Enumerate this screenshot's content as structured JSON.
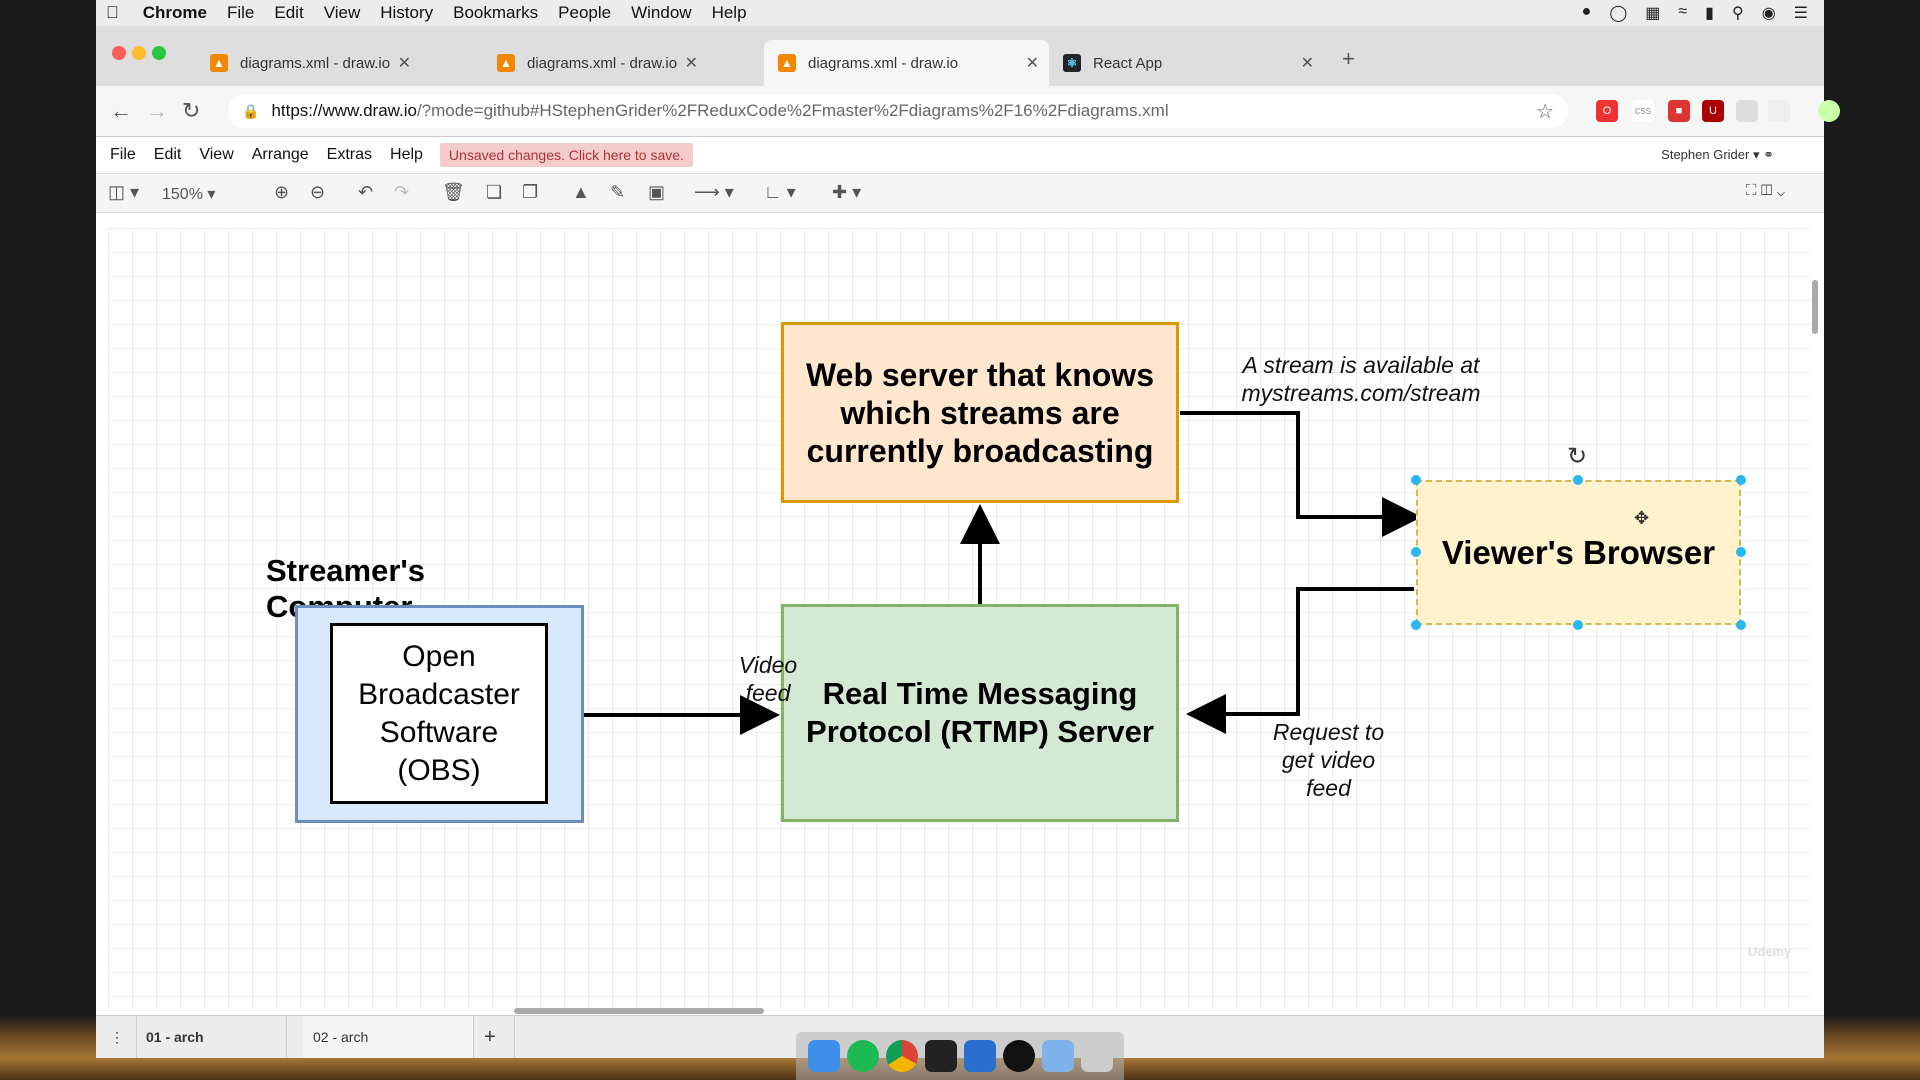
{
  "menubar": {
    "app": "Chrome",
    "items": [
      "File",
      "Edit",
      "View",
      "History",
      "Bookmarks",
      "People",
      "Window",
      "Help"
    ]
  },
  "tabs": [
    {
      "title": "diagrams.xml - draw.io",
      "active": false
    },
    {
      "title": "diagrams.xml - draw.io",
      "active": false
    },
    {
      "title": "diagrams.xml - draw.io",
      "active": true
    },
    {
      "title": "React App",
      "active": false
    }
  ],
  "url": {
    "host": "https://www.draw.io",
    "rest": "/?mode=github#HStephenGrider%2FReduxCode%2Fmaster%2Fdiagrams%2F16%2Fdiagrams.xml"
  },
  "app_menu": {
    "items": [
      "File",
      "Edit",
      "View",
      "Arrange",
      "Extras",
      "Help"
    ],
    "unsaved": "Unsaved changes. Click here to save.",
    "user": "Stephen Grider"
  },
  "toolbar": {
    "zoom": "150%"
  },
  "diagram": {
    "streamer_title": "Streamer's Computer",
    "obs": "Open Broadcaster Software (OBS)",
    "rtmp": "Real Time Messaging Protocol (RTMP) Server",
    "webserver": "Web server that knows which streams are currently broadcasting",
    "viewer": "Viewer's Browser",
    "video_feed": "Video feed",
    "stream_available": "A stream is available at mystreams.com/stream",
    "request_feed": "Request to get video feed"
  },
  "pages": [
    "01 - arch",
    "02 - arch"
  ],
  "colors": {
    "obs_outer_fill": "#dae8fc",
    "obs_outer_stroke": "#6c8ebf",
    "rtmp_fill": "#d5e8d4",
    "rtmp_stroke": "#82b366",
    "web_fill": "#ffe6cc",
    "web_stroke": "#d79b00",
    "viewer_fill": "#fff2cc",
    "viewer_stroke": "#d6b656",
    "selection": "#29b6f2"
  }
}
